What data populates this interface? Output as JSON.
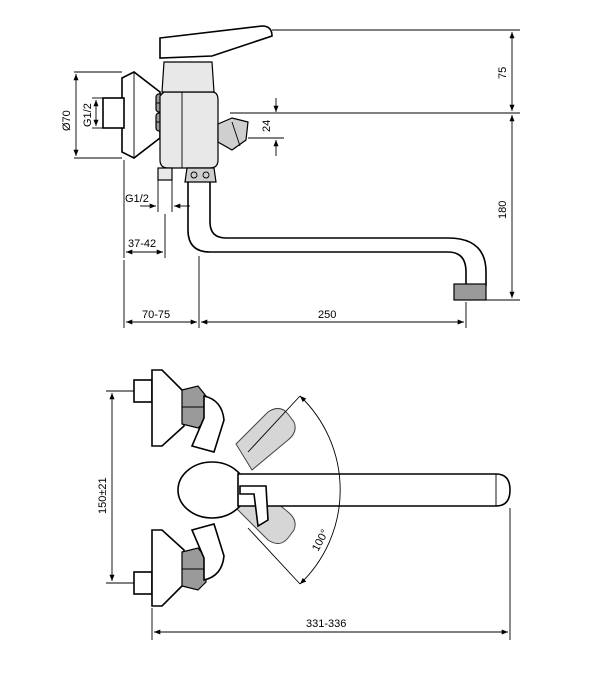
{
  "side_view": {
    "dimensions": {
      "dia_flange": "Ø70",
      "thread_inlet": "G1/2",
      "height_75": "75",
      "height_24": "24",
      "thread_outlet": "G1/2",
      "depth_37_42": "37-42",
      "height_180": "180",
      "offset_70_75": "70-75",
      "reach_250": "250"
    }
  },
  "top_view": {
    "dimensions": {
      "centers": "150±21",
      "angle": "100°",
      "overall": "331-336"
    }
  }
}
